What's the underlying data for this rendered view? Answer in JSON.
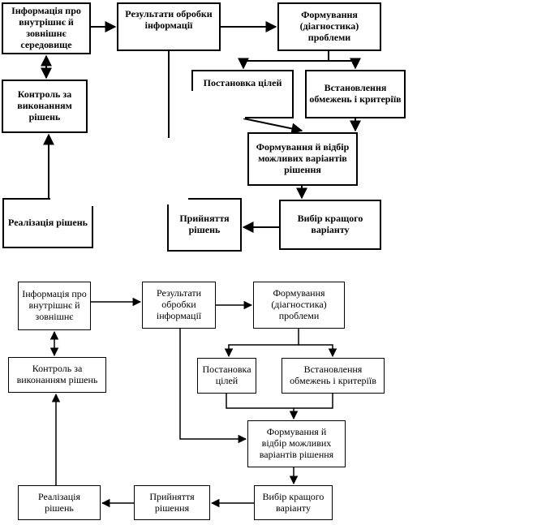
{
  "top": {
    "info": "Інформація про внутрішнє й зовнішнє середовище",
    "results": "Результати обробки інформації",
    "formulation": "Формування (діагностика) проблеми",
    "goals": "Постановка цілей",
    "constraints": "Встановлення обмежень і критеріїв",
    "options": "Формування й відбір можливих варіантів рішення",
    "best": "Вибір кращого варіанту",
    "decision": "Прийняття рішень",
    "implementation": "Реалізація рішень",
    "control": "Контроль за виконанням рішень"
  },
  "bottom": {
    "info": "Інформація про\nвнутрішнє й\nзовнішнє",
    "results": "Результати\nобробки\nінформації",
    "formulation": "Формування\n(діагностика)\nпроблеми",
    "goals": "Постановка\nцілей",
    "constraints": "Встановлення\nобмежень і критеріїв",
    "options": "Формування й\nвідбір можливих\nваріантів рішення",
    "best": "Вибір кращого\nваріанту",
    "decision": "Прийняття\nрішення",
    "implementation": "Реалізація\nрішень",
    "control": "Контроль за\nвиконанням рішень"
  }
}
